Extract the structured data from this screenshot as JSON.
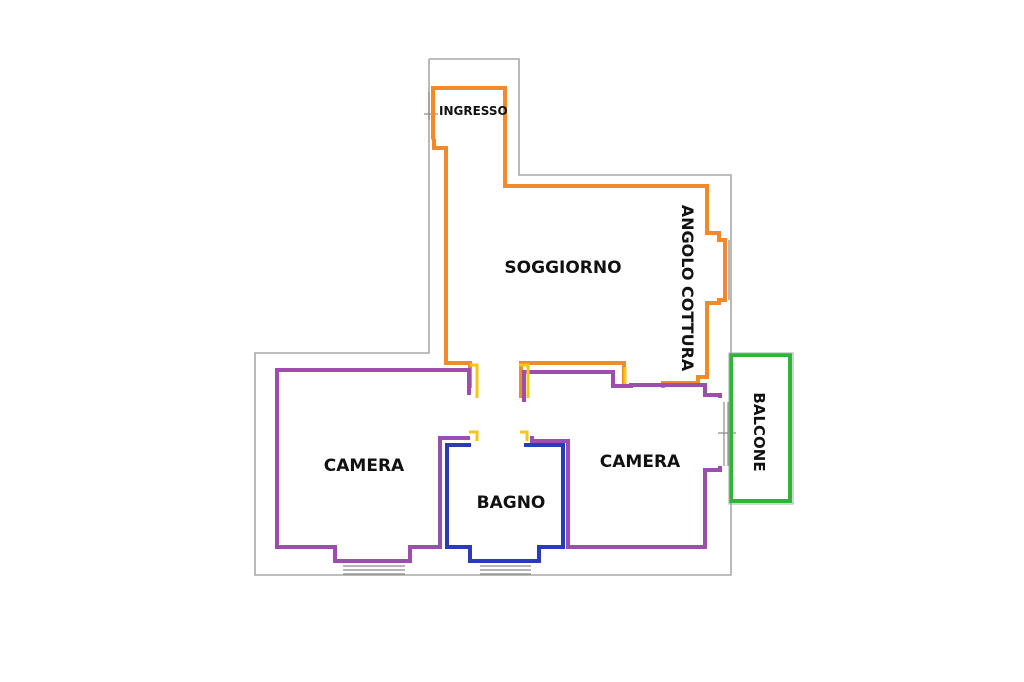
{
  "floor_plan": {
    "rooms": {
      "ingresso": "INGRESSO",
      "soggiorno": "SOGGIORNO",
      "angolo_cottura": "ANGOLO COTTURA",
      "camera_left": "CAMERA",
      "bagno": "BAGNO",
      "camera_right": "CAMERA",
      "balcone": "BALCONE"
    },
    "colors": {
      "outer_wall": "#a8a8a8",
      "living_zone": "#f08a2c",
      "bedrooms": "#9c4dad",
      "bathroom": "#2a3bb8",
      "balcony": "#2fb33a",
      "door_jambs": "#f5c518"
    }
  }
}
